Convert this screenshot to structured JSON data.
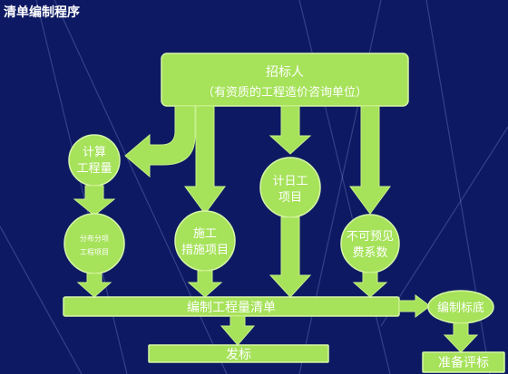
{
  "title": "清单编制程序",
  "nodes": {
    "tender": {
      "line1": "招标人",
      "line2": "（有资质的工程造价咨询单位）"
    },
    "calc_qty": {
      "line1": "计算",
      "line2": "工程量"
    },
    "division": {
      "line1": "分布分项",
      "line2": "工程项目"
    },
    "measures": {
      "line1": "施工",
      "line2": "措施项目"
    },
    "daywork": {
      "line1": "计日工",
      "line2": "项目"
    },
    "contingency": {
      "line1": "不可预见",
      "line2": "费系数"
    },
    "bill": {
      "label": "编制工程量清单"
    },
    "base_price": {
      "label": "编制标底"
    },
    "issue": {
      "label": "发标"
    },
    "evaluate": {
      "label": "准备评标"
    }
  },
  "colors": {
    "background": "#0d1a63",
    "node": "#a6e25a",
    "text": "#ffffff"
  }
}
